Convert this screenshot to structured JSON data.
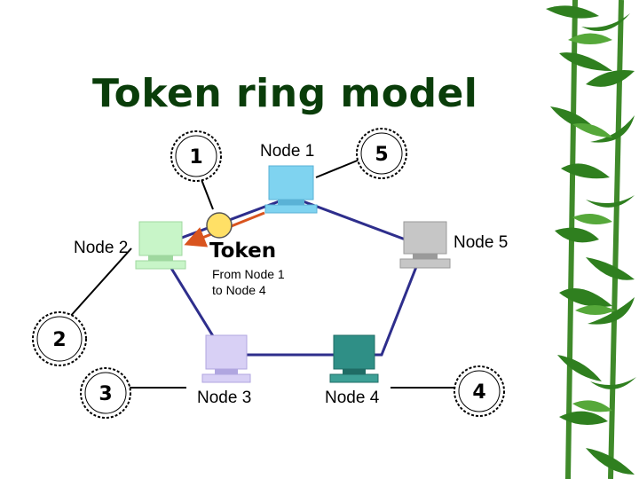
{
  "slide": {
    "title": "Token ring model",
    "nodes": [
      {
        "id": "node1",
        "label": "Node 1",
        "color": "#7fd3f0"
      },
      {
        "id": "node2",
        "label": "Node 2",
        "color": "#c8f5c8"
      },
      {
        "id": "node3",
        "label": "Node 3",
        "color": "#d8d0f5"
      },
      {
        "id": "node4",
        "label": "Node 4",
        "color": "#2f8f86"
      },
      {
        "id": "node5",
        "label": "Node 5",
        "color": "#c6c6c6"
      }
    ],
    "badges": [
      "1",
      "2",
      "3",
      "4",
      "5"
    ],
    "token": {
      "label": "Token",
      "subtitle_line1": "From Node 1",
      "subtitle_line2": "to Node 4",
      "color": "#ffe066",
      "arrow_color": "#d9541e"
    },
    "ring_color": "#2e2e8c",
    "title_color": "#0a3d0a",
    "decoration": "bamboo-leaves"
  }
}
